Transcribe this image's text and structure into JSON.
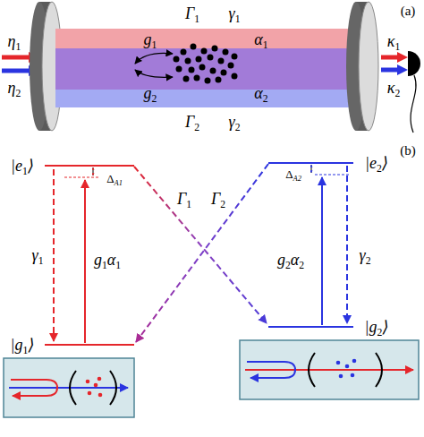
{
  "diagram": {
    "labels": [
      "(a)",
      "Γ1",
      "γ1",
      "η1",
      "g1",
      "α1",
      "κ1",
      "η2",
      "g2",
      "α2",
      "κ2",
      "Γ2",
      "γ2",
      "(b)",
      "|e1⟩",
      "|e2⟩",
      "ΔA2",
      "ΔA1",
      "Γ1",
      "Γ2",
      "γ1",
      "g1α1",
      "g2α2",
      "γ2",
      "|g2⟩",
      "|g1⟩"
    ]
  }
}
